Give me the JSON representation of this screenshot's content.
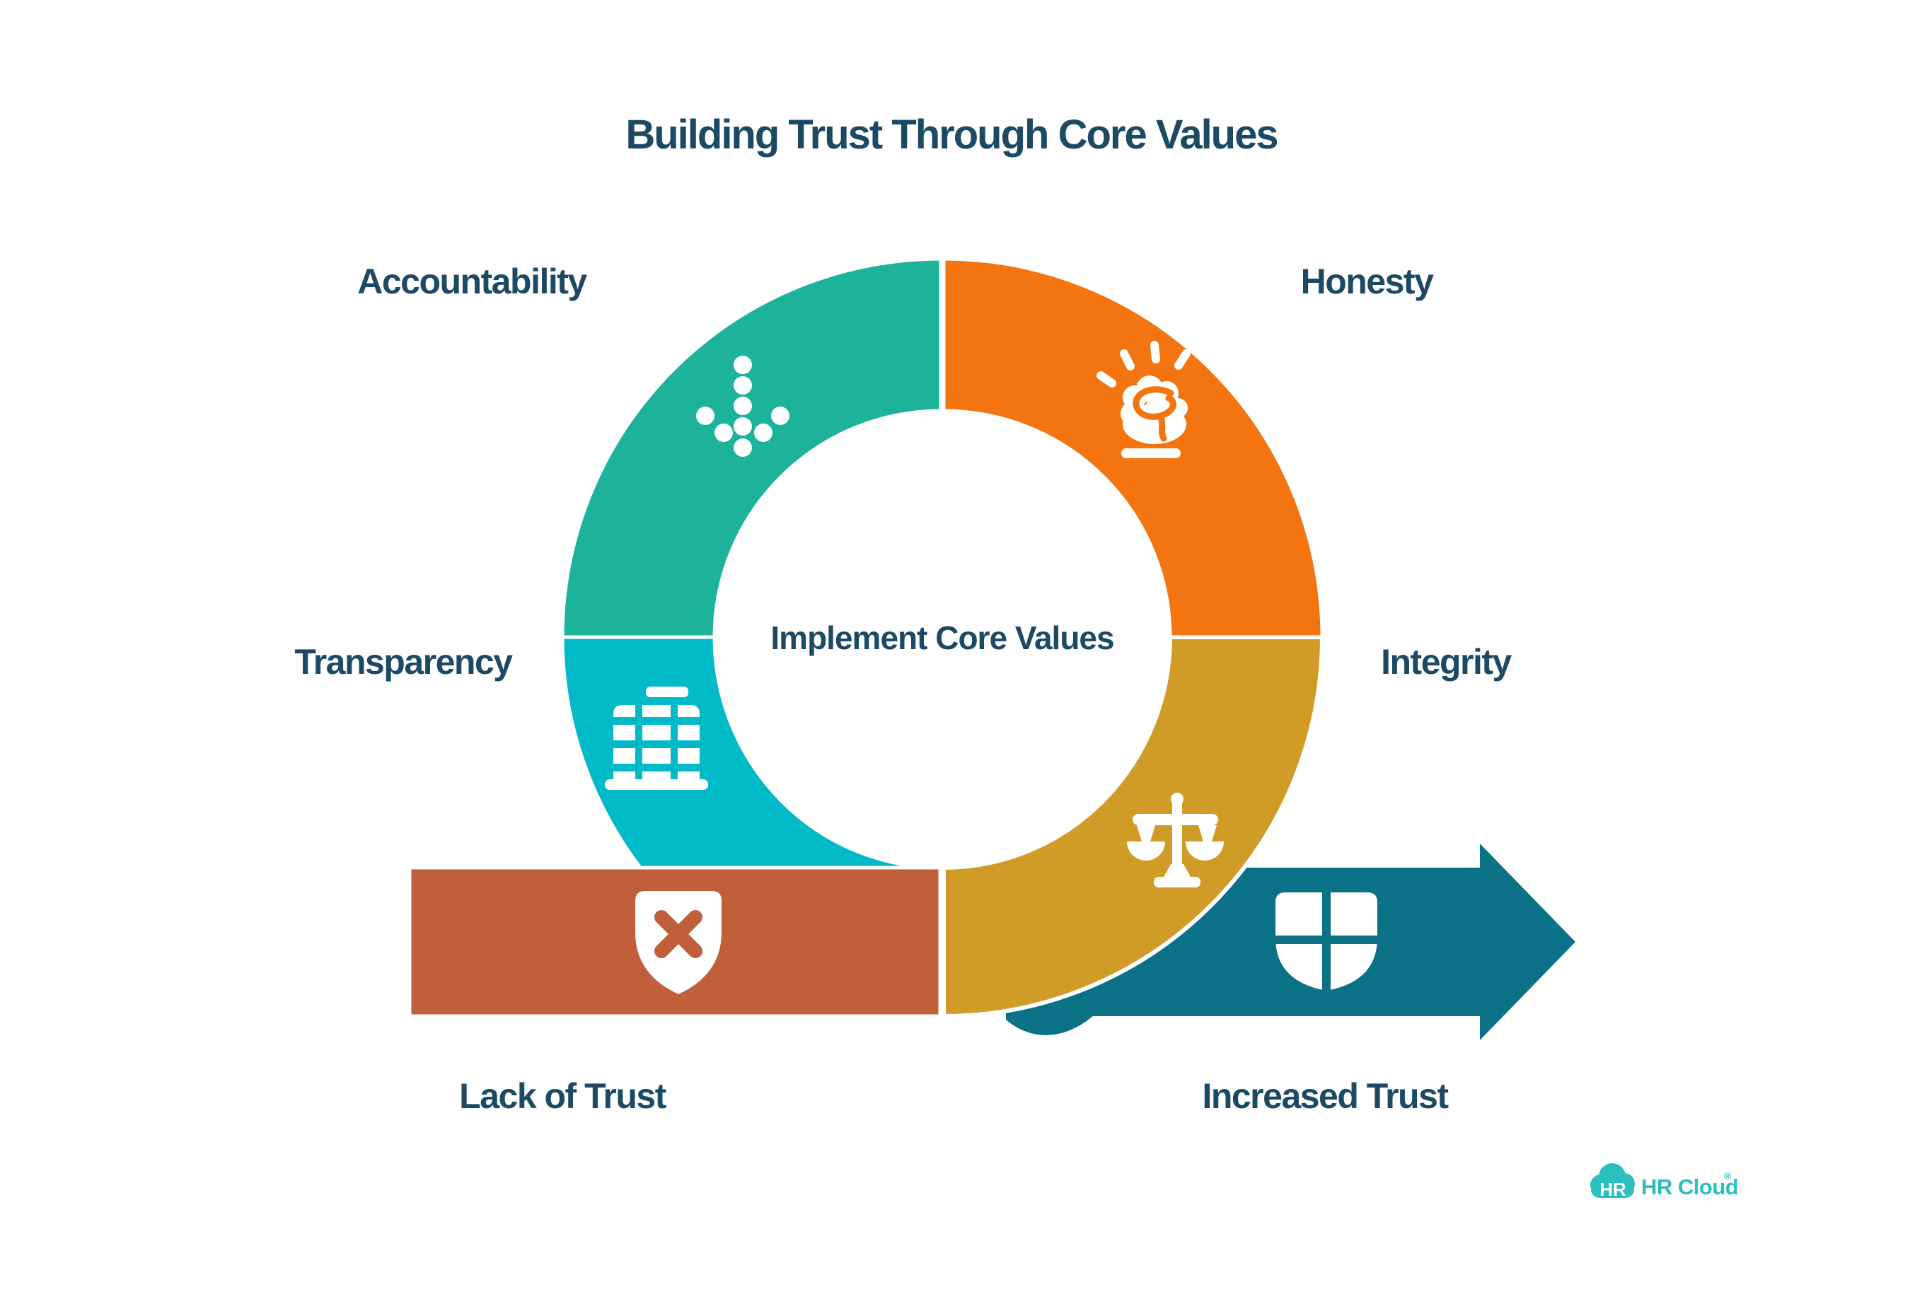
{
  "title": "Building Trust Through Core Values",
  "center_label": "Implement Core Values",
  "colors": {
    "navy": "#1C4A64",
    "teal_green": "#1DB39A",
    "orange": "#F4750F",
    "cyan": "#00BAC8",
    "gold": "#D09C27",
    "terracotta": "#C05F3A",
    "dark_teal": "#0A7186",
    "white": "#FFFFFF",
    "logo_teal": "#2BBFBF"
  },
  "quadrants": {
    "accountability": {
      "label": "Accountability",
      "icon": "dotted-arrow-down-icon"
    },
    "honesty": {
      "label": "Honesty",
      "icon": "enlightened-brain-icon"
    },
    "transparency": {
      "label": "Transparency",
      "icon": "office-building-icon"
    },
    "integrity": {
      "label": "Integrity",
      "icon": "justice-scales-icon"
    }
  },
  "flow": {
    "lack_of_trust": {
      "label": "Lack of Trust",
      "icon": "shield-x-icon"
    },
    "increased_trust": {
      "label": "Increased Trust",
      "icon": "shield-quarters-icon"
    }
  },
  "logo": {
    "badge": "HR",
    "name": "HR Cloud",
    "mark": "®"
  }
}
